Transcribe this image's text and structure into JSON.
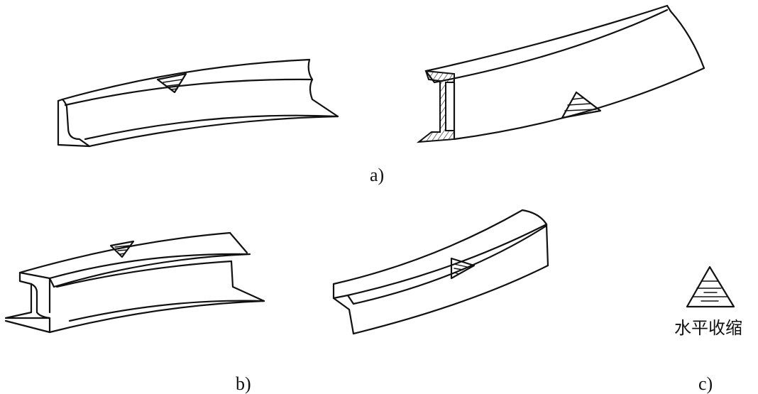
{
  "labels": {
    "a": "a)",
    "b": "b)",
    "c": "c)"
  },
  "legend": {
    "text": "水平收缩"
  }
}
